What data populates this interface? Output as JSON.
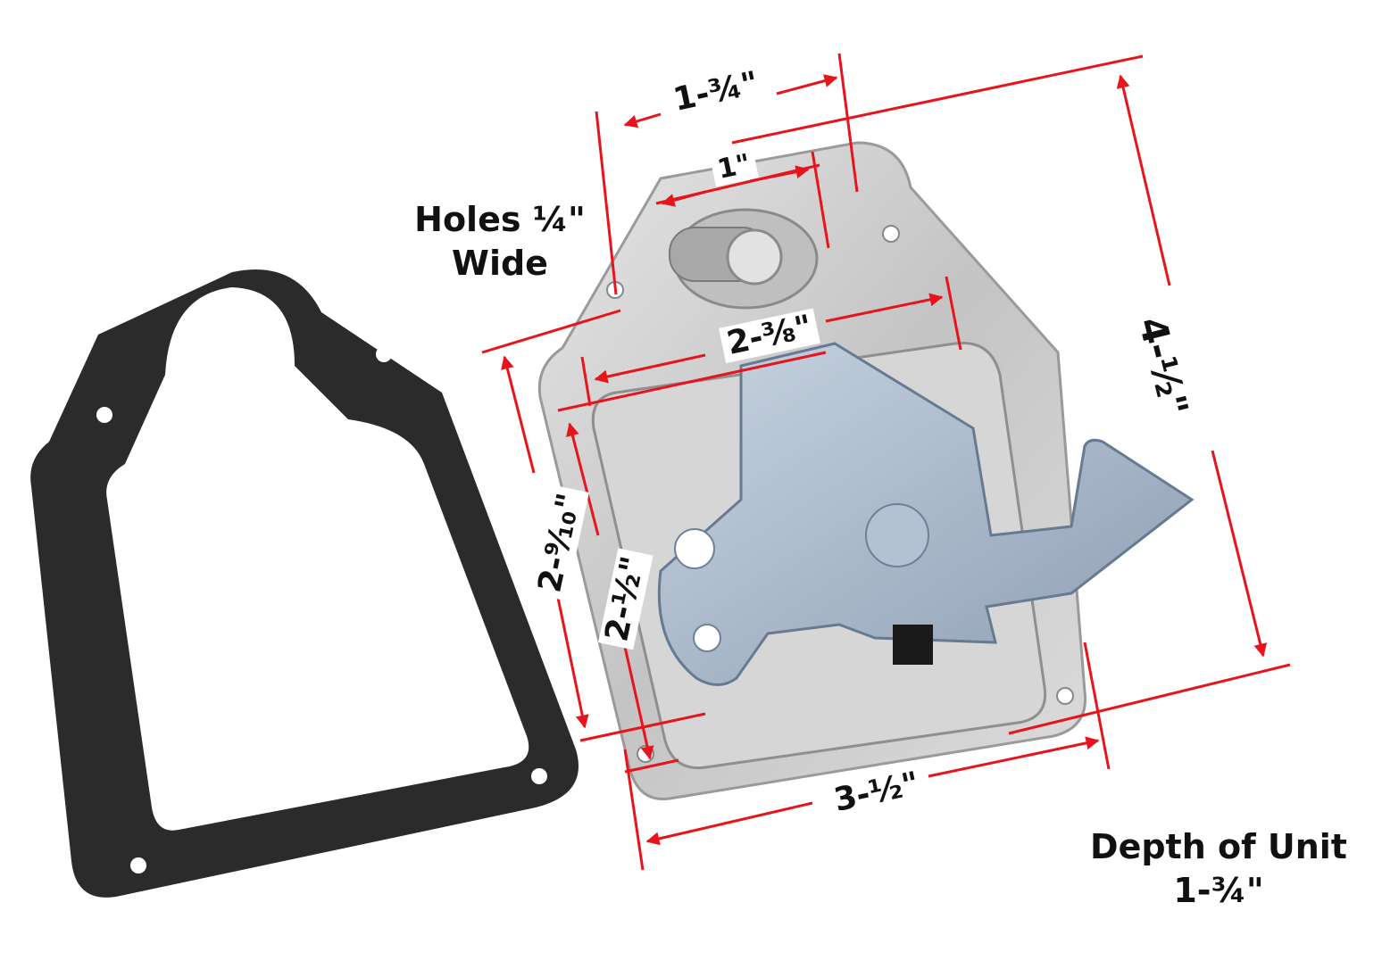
{
  "colors": {
    "dimension_line": "#e8141c",
    "gasket": "#2b2b2b",
    "plate": "#cfcfcf",
    "handle": "#9fb0c4",
    "text": "#111111"
  },
  "notes": {
    "holes_line1": "Holes ¼\"",
    "holes_line2": "Wide",
    "depth_line1": "Depth of Unit",
    "depth_line2": "1-¾\""
  },
  "dimensions": {
    "top_width": "1-¾\"",
    "lock_width": "1\"",
    "pan_width": "2-⅜\"",
    "height_total": "4-½\"",
    "height_outer": "2-⁹⁄₁₀\"",
    "height_inner": "2-½\"",
    "bottom_width": "3-½\""
  },
  "icons": [
    "gasket-image",
    "latch-plate-image",
    "lock-cylinder-image",
    "latch-handle-image"
  ]
}
